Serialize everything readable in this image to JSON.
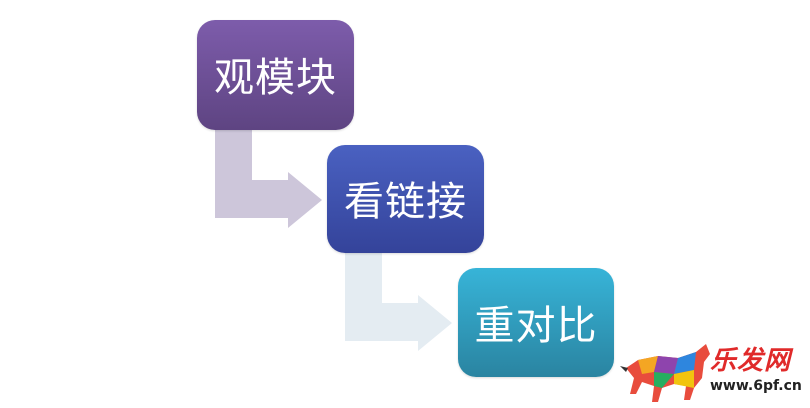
{
  "diagram": {
    "type": "stepped-process",
    "steps": [
      {
        "label": "观模块",
        "color_top": "#7d5cab",
        "color_bottom": "#5e4482"
      },
      {
        "label": "看链接",
        "color_top": "#4a61c1",
        "color_bottom": "#34439a"
      },
      {
        "label": "重对比",
        "color_top": "#37b4d8",
        "color_bottom": "#2a84a1"
      }
    ],
    "connectors": [
      {
        "from": 0,
        "to": 1,
        "color": "#cdc6da"
      },
      {
        "from": 1,
        "to": 2,
        "color": "#e4ecf2"
      }
    ]
  },
  "watermark": {
    "brand": "乐发网",
    "url": "www.6pf.cn"
  }
}
